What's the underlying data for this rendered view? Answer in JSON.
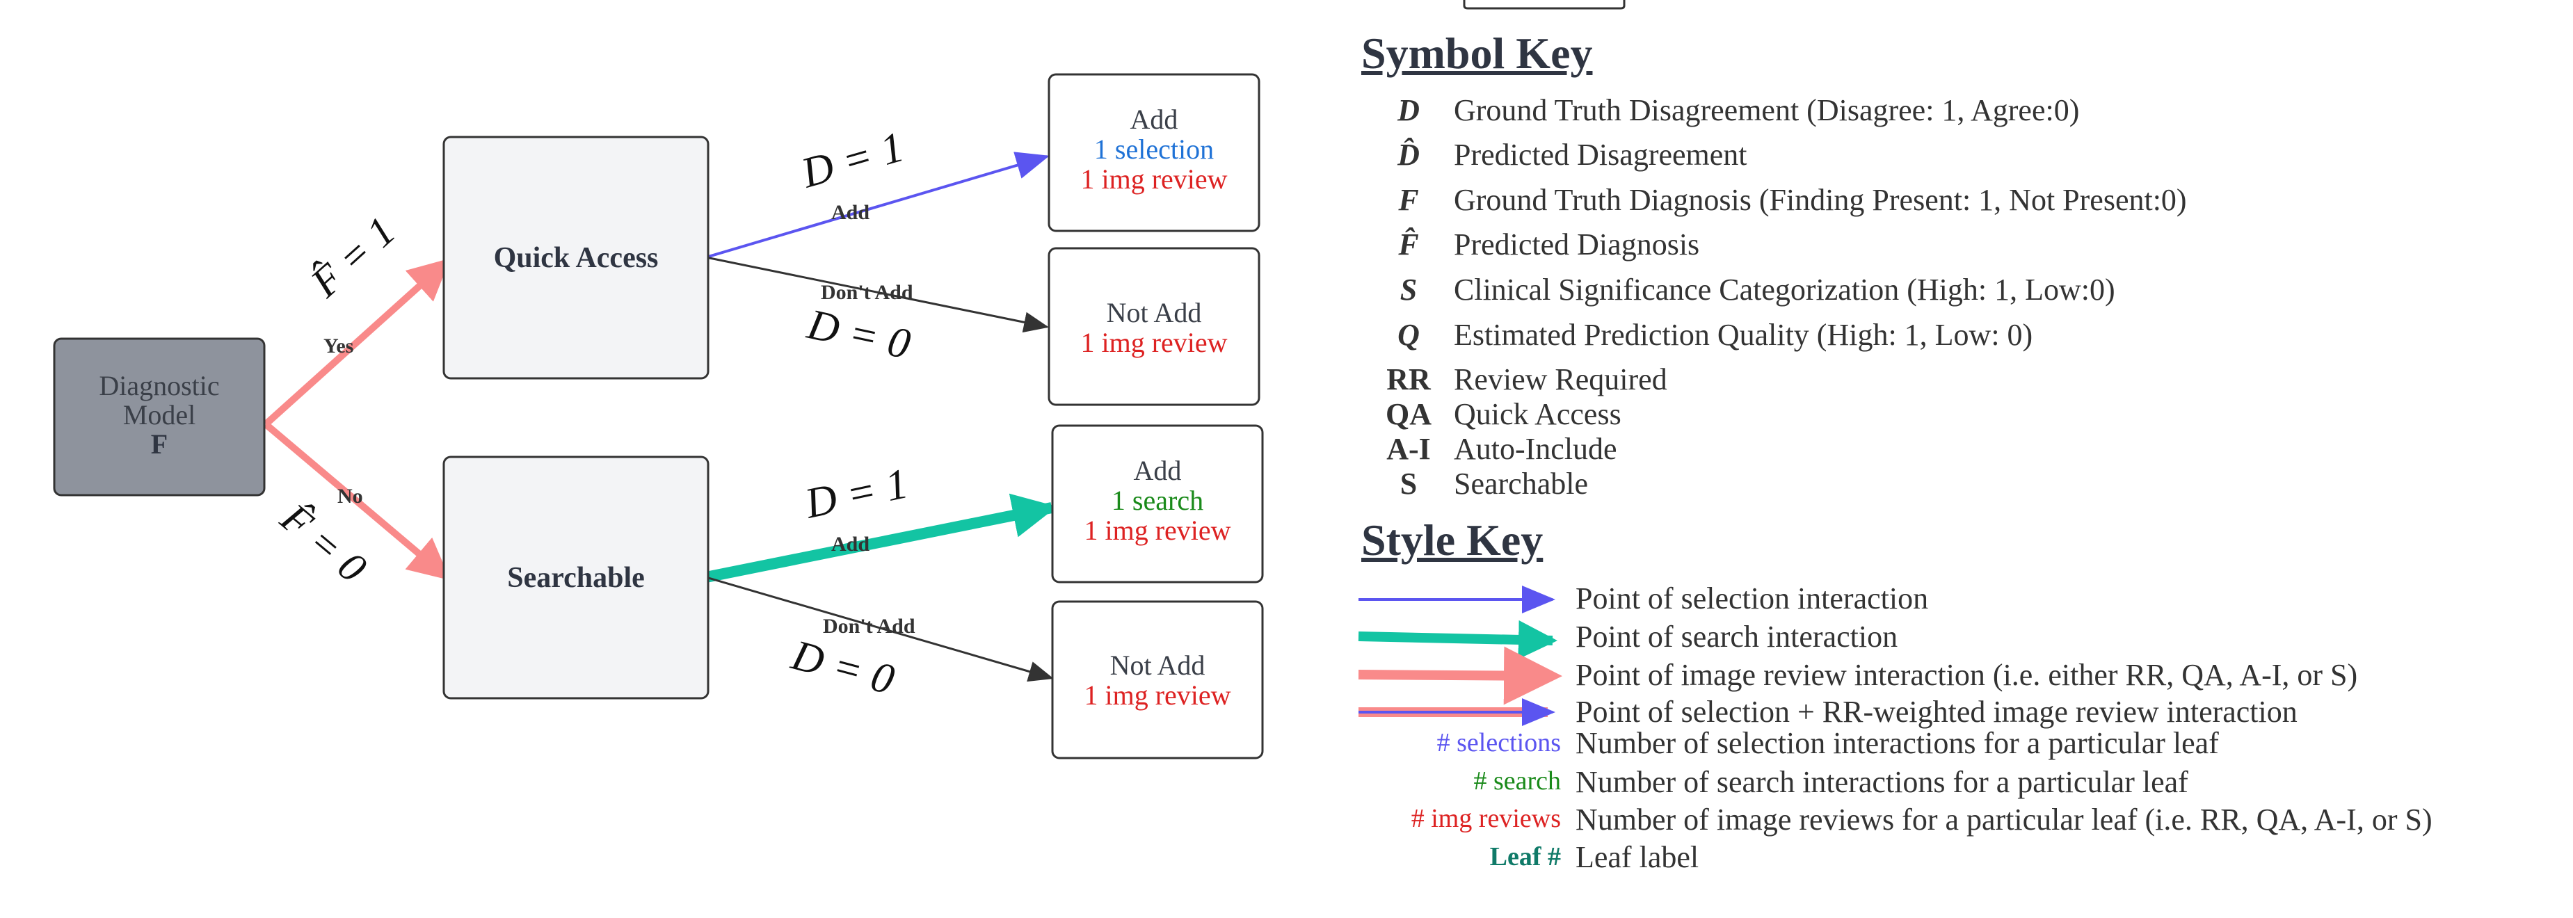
{
  "colors": {
    "selection": "#5b55f0",
    "search": "#13c4a3",
    "review": "#f98a8a",
    "blue_text": "#1f72d6",
    "green_text": "#1a8a1a",
    "red_text": "#dd2222",
    "leaf_label": "#0f7a68",
    "root_fill": "#8e939d",
    "node_fill": "#f3f4f6"
  },
  "diagram": {
    "root": {
      "line1": "Diagnostic",
      "line2": "Model",
      "line3": "F"
    },
    "quick_access": "Quick Access",
    "searchable": "Searchable",
    "yes_label": "Yes",
    "no_label": "No",
    "f_hat_eq_1": "F̂ = 1",
    "f_hat_eq_0": "F̂ = 0",
    "d_eq_1": "D = 1",
    "d_eq_0": "D = 0",
    "add": "Add",
    "dont_add": "Don't Add",
    "leaf1": {
      "title": "Add",
      "line2": "1 selection",
      "line3": "1 img review"
    },
    "leaf2": {
      "title": "Not Add",
      "line2": "1 img review"
    },
    "leaf3": {
      "title": "Add",
      "line2": "1 search",
      "line3": "1 img review"
    },
    "leaf4": {
      "title": "Not Add",
      "line2": "1 img review"
    }
  },
  "symbol_key": {
    "title": "Symbol Key",
    "items": [
      {
        "symbol": "D",
        "desc": "Ground Truth Disagreement (Disagree: 1, Agree:0)"
      },
      {
        "symbol": "D̂",
        "desc": "Predicted Disagreement"
      },
      {
        "symbol": "F",
        "desc": "Ground Truth Diagnosis (Finding Present: 1, Not Present:0)"
      },
      {
        "symbol": "F̂",
        "desc": "Predicted Diagnosis"
      },
      {
        "symbol": "S",
        "desc": "Clinical Significance Categorization (High: 1, Low:0)"
      },
      {
        "symbol": "Q",
        "desc": "Estimated Prediction Quality (High: 1, Low: 0)"
      },
      {
        "symbol": "RR",
        "desc": "Review Required"
      },
      {
        "symbol": "QA",
        "desc": "Quick Access"
      },
      {
        "symbol": "A-I",
        "desc": "Auto-Include"
      },
      {
        "symbol": "S",
        "desc": "Searchable"
      }
    ]
  },
  "style_key": {
    "title": "Style Key",
    "arrows": [
      "Point of selection interaction",
      "Point of search interaction",
      "Point of image review interaction (i.e. either RR, QA, A-I, or S)",
      "Point of selection + RR-weighted image review interaction"
    ],
    "counts": [
      {
        "label": "# selections",
        "desc": "Number of  selection interactions for a particular leaf"
      },
      {
        "label": "# search",
        "desc": "Number of search interactions for a particular leaf"
      },
      {
        "label": "# img reviews",
        "desc": "Number of image reviews for a particular leaf (i.e. RR, QA, A-I, or S)"
      },
      {
        "label": "Leaf #",
        "desc": "Leaf label"
      }
    ]
  }
}
